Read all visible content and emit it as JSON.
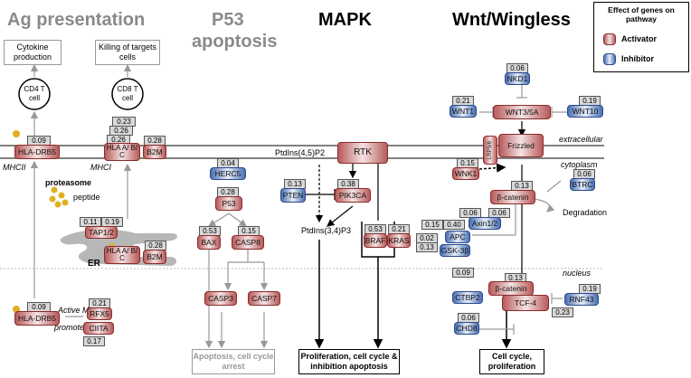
{
  "headers": {
    "ag": "Ag presentation",
    "p53_line1": "P53",
    "p53_line2": "apoptosis",
    "mapk": "MAPK",
    "wnt": "Wnt/Wingless"
  },
  "legend": {
    "title": "Effect of genes on pathway",
    "activator": "Activator",
    "inhibitor": "Inhibitor"
  },
  "compartments": {
    "extracellular": "extracellular",
    "cytoplasm": "cytoplasm",
    "nucleus": "nucleus",
    "mhcii": "MHCII",
    "mhci": "MHCI",
    "er": "ER",
    "active_mhcii": "Active MHCII",
    "promoters": "promoters"
  },
  "labels": {
    "cytokine": "Cytokine production",
    "killing": "Killing of targets cells",
    "cd4": "CD4 T cell",
    "cd8": "CD8 T cell",
    "proteasome": "proteasome",
    "peptide": "peptide",
    "pip2": "PtdIns(4,5)P2",
    "pip3": "PtdIns(3,4)P3",
    "degradation": "Degradation",
    "apoptosis_out": "Apoptosis, cell cycle arrest",
    "prolif_mapk": "Proliferation, cell cycle & inhibition apoptosis",
    "prolif_wnt": "Cell cycle, proliferation"
  },
  "genes": {
    "hla_drb5": "HLA-DRB5",
    "hla_abc": "HLA A/ B/ C",
    "b2m": "B2M",
    "tap12": "TAP1/2",
    "hla_abc_er": "HLA A/ B/ C",
    "b2m_er": "B2M",
    "hla_drb5_n": "HLA-DRB5",
    "rfx5": "RFX5",
    "ciita": "CIITA",
    "herc5": "HERC5",
    "p53": "P53",
    "bax": "BAX",
    "casp8": "CASP8",
    "casp3": "CASP3",
    "casp7": "CASP7",
    "rtk": "RTK",
    "pten": "PTEN",
    "pik3ca": "PIK3CA",
    "braf": "BRAF",
    "kras": "KRAS",
    "nkd1": "NKD1",
    "wnt1": "WNT1",
    "wnt3": "WNT3/5A",
    "wnt10": "WNT10",
    "lrp56": "LRP5/6",
    "frizzled": "Frizzled",
    "wnk1": "WNK1",
    "btrc": "BTRC",
    "bcat": "β-catenin",
    "axin": "Axin1/2",
    "apc": "APC",
    "gsk3b": "GSK-3β",
    "bcat_n": "β-catenin",
    "tcf4": "TCF-4",
    "ctbp2": "CTBP2",
    "rnf43": "RNF43",
    "chd8": "CHD8"
  },
  "values": {
    "hla_drb5": "0.09",
    "hla_abc_a": "0.23",
    "hla_abc_b": "0.26",
    "hla_abc_c": "0.26",
    "b2m": "0.28",
    "tap1": "0.11",
    "tap2": "0.19",
    "b2m_er": "0.28",
    "hla_drb5_n": "0.09",
    "rfx5": "0.21",
    "ciita": "0.17",
    "herc5": "0.04",
    "p53": "0.28",
    "bax": "0.53",
    "casp8": "0.15",
    "pten": "0.13",
    "pik3ca": "0.38",
    "braf": "0.53",
    "kras": "0.21",
    "nkd1": "0.06",
    "wnt1": "0.21",
    "wnt10": "0.19",
    "wnk1": "0.15",
    "btrc": "0.06",
    "bcat": "0.13",
    "axin_a": "0.06",
    "axin_b": "0.06",
    "apc_a": "0.15",
    "apc_b": "0.40",
    "gsk3b": "0.02",
    "gsk3b_b": "0.13",
    "unk": "0.09",
    "bcat_n": "0.13",
    "ctbp2": "0.19",
    "tcf4": "0.23",
    "chd8": "0.06"
  },
  "colors": {
    "activator": "#b85a5a",
    "inhibitor": "#4a6fb3",
    "header_gray": "#8a8a8a"
  }
}
